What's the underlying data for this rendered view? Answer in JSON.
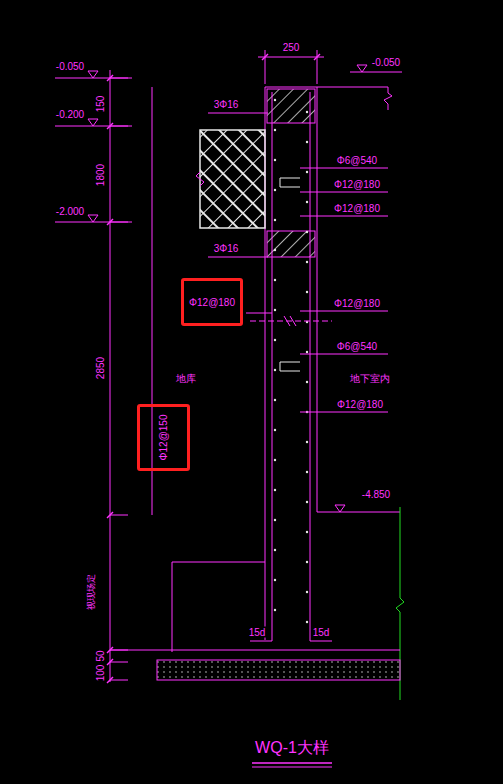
{
  "diagram": {
    "title": "WQ-1大样",
    "nodes": [
      {
        "text": [
          "Φ12@180"
        ]
      },
      {
        "text": [
          "Φ12@150"
        ]
      }
    ],
    "labels": [
      "-0.050",
      "-0.200",
      "150",
      "1800",
      "-2.000",
      "2850",
      "250",
      "-0.050",
      "3Φ16",
      "Φ6@540",
      "Φ12@180",
      "Φ12@180",
      "3Φ16",
      "Φ12@180",
      "Φ6@540",
      "地库",
      "地下室内",
      "Φ12@180",
      "-4.850",
      "视现场定",
      "15d",
      "15d",
      "50",
      "100"
    ]
  }
}
